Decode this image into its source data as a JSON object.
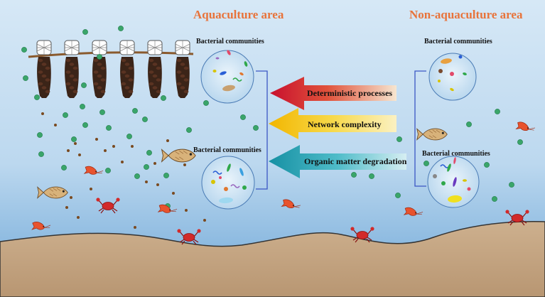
{
  "titles": {
    "aquaculture": "Aquaculture area",
    "non_aquaculture": "Non-aquaculture area"
  },
  "community_labels": {
    "aq_top": "Bacterial communities",
    "aq_bottom": "Bacterial communities",
    "non_top": "Bacterial communities",
    "non_bottom": "Bacterial communities"
  },
  "arrows": [
    {
      "label": "Deterministic processes",
      "color": "#c8102e"
    },
    {
      "label": "Network complexity",
      "color": "#f2c200"
    },
    {
      "label": "Organic matter degradation",
      "color": "#1b9aaa"
    }
  ],
  "colors": {
    "title": "#e8733a",
    "water_top": "#cfe3f3",
    "water_bottom": "#6fa8d8",
    "sediment": "#c4a784",
    "bracket": "#3b56c4"
  },
  "icons": [
    "mussel-rope-icon",
    "fish-icon",
    "shrimp-icon",
    "crab-icon",
    "bacteria-icon",
    "particle-icon"
  ]
}
